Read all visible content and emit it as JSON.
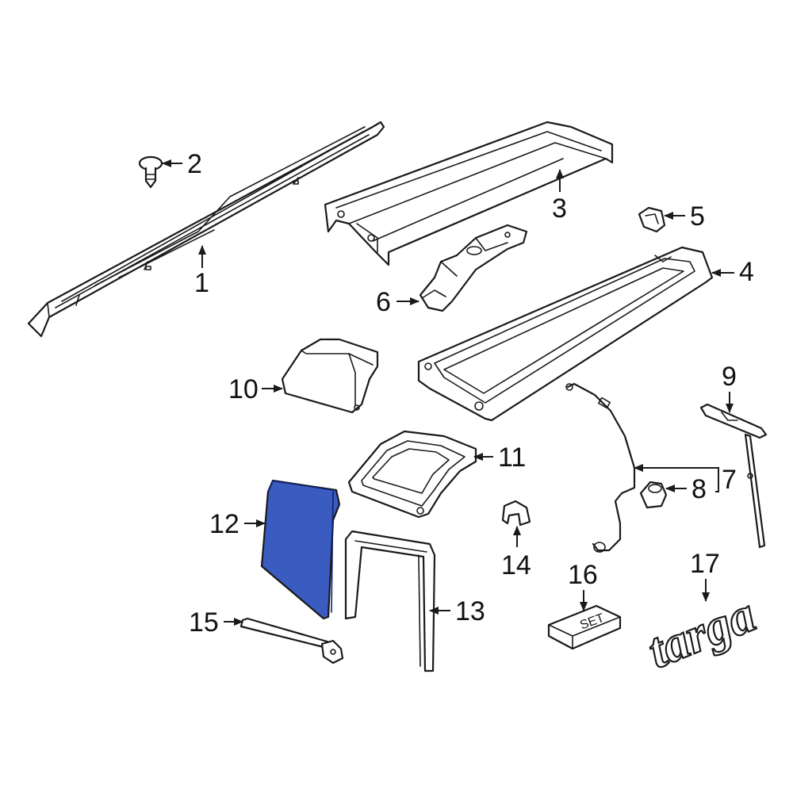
{
  "highlight_color": "#3a5bbf",
  "callouts": {
    "c1": "1",
    "c2": "2",
    "c3": "3",
    "c4": "4",
    "c5": "5",
    "c6": "6",
    "c7": "7",
    "c8": "8",
    "c9": "9",
    "c10": "10",
    "c11": "11",
    "c12": "12",
    "c13": "13",
    "c14": "14",
    "c15": "15",
    "c16": "16",
    "c17": "17"
  },
  "labels": {
    "set_box": "SET",
    "emblem": "targa"
  }
}
